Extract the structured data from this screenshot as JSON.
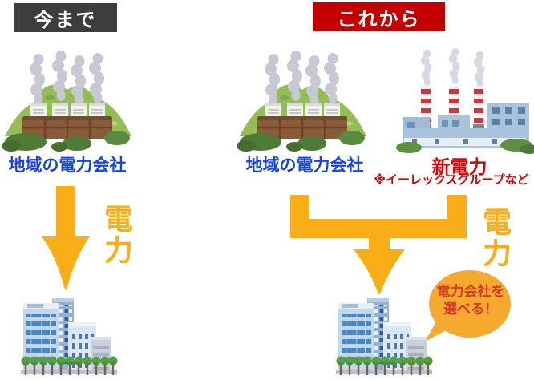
{
  "colors": {
    "canvas_bg": "#ffffff",
    "header_now_bg": "#3d3d3d",
    "header_future_bg": "#c40000",
    "regional_label": "#1443ee",
    "new_power_label": "#e10000",
    "power_label": "#f9ae17",
    "arrow": "#f9ae17",
    "bubble_bg": "#f6a92f",
    "bubble_text": "#d43a2b"
  },
  "now_section": {
    "header": "今まで",
    "plant_label": "地域の電力会社",
    "power_label": "電力"
  },
  "future_section": {
    "header": "これから",
    "regional_label": "地域の電力会社",
    "new_power_label": "新電力",
    "new_power_note": "※イーレックスグループなど",
    "power_label": "電力",
    "bubble_line1": "電力会社を",
    "bubble_line2": "選べる！"
  }
}
